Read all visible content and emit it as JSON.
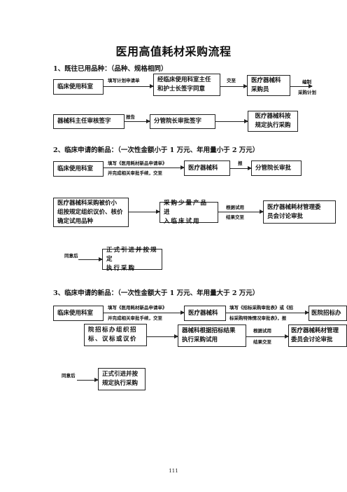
{
  "title": "医用高值耗材采购流程",
  "sections": {
    "s1": "1、既往已用品种：（品种、规格相同）",
    "s2": "2、临床申请的新品：（一次性金额小于 1 万元、年用量小于 2 万元）",
    "s3": "3、临床申请的新品：（一次性金额大于 1 万元、年用量大于 2 万元）"
  },
  "flow1": {
    "box_clinical": "临床使用科室",
    "label_fill": "填写计划申请单",
    "box_director_l1": "经临床使用科室主任",
    "box_director_l2": "和护士长签字同意",
    "label_submit": "交至",
    "box_buyer_l1": "医疗器械科",
    "box_buyer_l2": "采购员",
    "label_plan_l1": "编制",
    "label_plan_l2": "采购计划",
    "box_chief": "器械科主任审核签字",
    "label_report": "报告",
    "box_vp": "分管院长审批签字",
    "box_exec_l1": "医疗器械科按",
    "box_exec_l2": "规定执行采购"
  },
  "flow2": {
    "box_clinical": "临床使用科室",
    "label_fill_l1": "填写《医用耗材新品申请单》",
    "label_fill_l2": "并完成相关审批手续，交至",
    "box_device": "医疗器械科",
    "label_report": "报",
    "box_vp": "分管院长审批",
    "box_buyer_l1": "医疗器械科采购被价小",
    "box_buyer_l2": "组按规定组织议价、核价",
    "box_buyer_l3": "确定试用品种",
    "box_trial_l1": "采购少量产品进",
    "box_trial_l2": "入临床试用",
    "label_result_l1": "根据试用",
    "label_result_l2": "结果交至",
    "box_committee_l1": "医疗器械耗材管理委",
    "box_committee_l2": "员会讨论审批",
    "label_agree": "同意后",
    "box_formal_l1": "正式引进并按规定",
    "box_formal_l2": "执行采购"
  },
  "flow3": {
    "box_clinical": "临床使用科室",
    "label_fill_l1": "填写《医用耗材新品申请单》",
    "label_fill_l2": "并完成相关审批手续，交至",
    "box_device": "医疗器械科",
    "label_tender_l1": "填写《招标采购审批表》或《招",
    "label_tender_l2": "标采购特殊情况审批表》，报",
    "box_tender_office": "医院招标办",
    "box_hospital_l1": "院招标办组织招",
    "box_hospital_l2": "标、议标或议价",
    "box_result_l1": "器械科根据招标结果",
    "box_result_l2": "执行采购试用",
    "label_result_l1": "根据试用",
    "label_result_l2": "结果交至",
    "box_committee_l1": "医疗器械耗材管理",
    "box_committee_l2": "委员会讨论审批",
    "label_agree": "同意后",
    "box_formal_l1": "正式引进并按",
    "box_formal_l2": "规定执行采购"
  },
  "page_number": "111"
}
